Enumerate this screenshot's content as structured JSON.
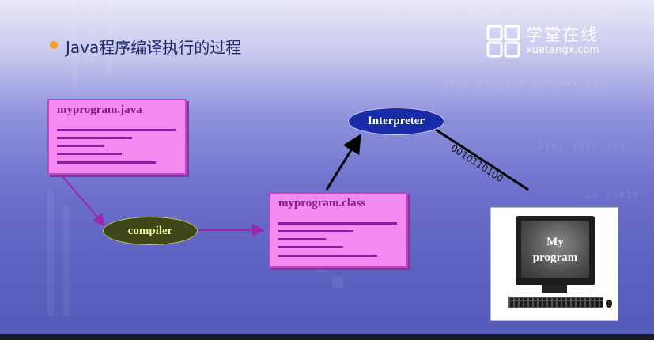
{
  "slide": {
    "title": "Java程序编译执行的过程",
    "logo": {
      "name_cn": "学堂在线",
      "name_en": "xuetangx.com"
    },
    "source_file": {
      "name": "myprogram.java"
    },
    "compiler": {
      "label": "compiler"
    },
    "class_file": {
      "name": "myprogram.class"
    },
    "interpreter": {
      "label": "Interpreter"
    },
    "binary_stream": "0010110100",
    "computer": {
      "screen_line1": "My",
      "screen_line2": "program"
    }
  },
  "colors": {
    "bullet": "#f59a2a",
    "file_box_fill": "#f38af0",
    "file_box_text": "#8a1a86",
    "compiler_fill": "#3f4719",
    "compiler_text": "#eef09a",
    "interpreter_fill": "#1a2ba8",
    "arrow_purple": "#9b27b0"
  },
  "icons": [
    "bullet-dot",
    "xuetangx-logo-icon",
    "computer-monitor-icon",
    "keyboard-icon",
    "mouse-icon"
  ]
}
